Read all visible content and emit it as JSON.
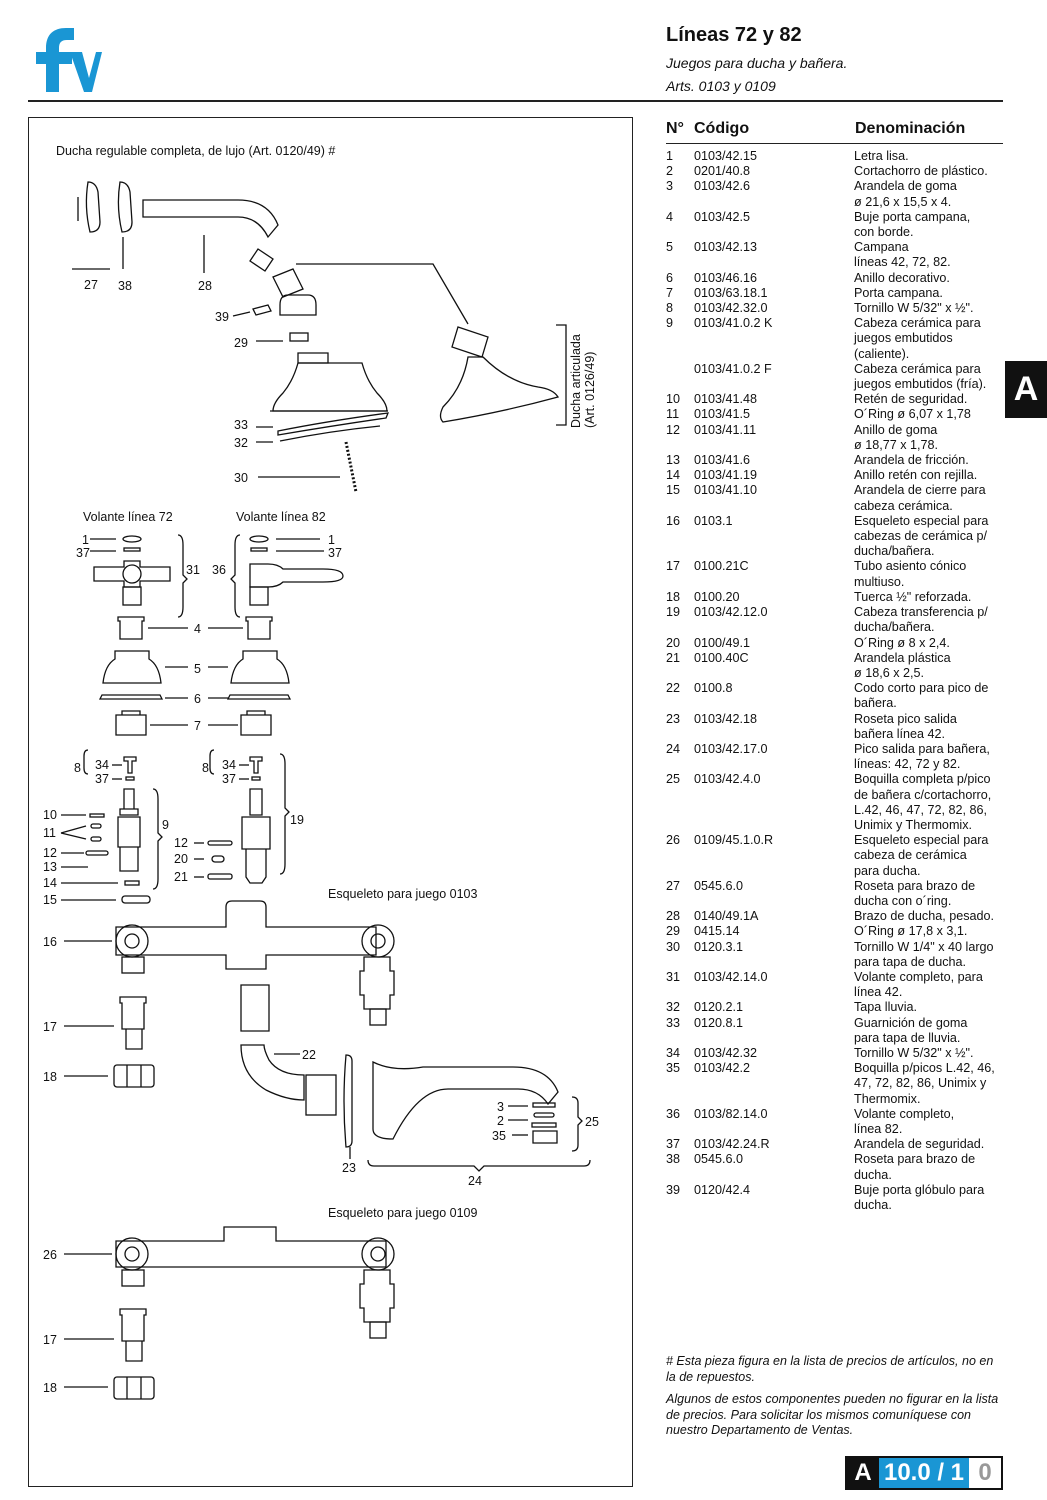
{
  "header": {
    "title": "Líneas 72 y 82",
    "subtitle": "Juegos para ducha y bañera.",
    "articles": "Arts. 0103 y 0109"
  },
  "brand": {
    "logo_text": "fv",
    "color": "#1a96d4"
  },
  "diagram": {
    "title_shower": "Ducha regulable completa, de lujo (Art. 0120/49) #",
    "articulated_label_1": "Ducha articulada",
    "articulated_label_2": "(Art. 0126/49)",
    "handle_72": "Volante línea 72",
    "handle_82": "Volante línea 82",
    "skeleton_0103": "Esqueleto para juego 0103",
    "skeleton_0109": "Esqueleto para juego 0109",
    "callouts": {
      "c27": "27",
      "c38": "38",
      "c28": "28",
      "c39": "39",
      "c29": "29",
      "c33": "33",
      "c32": "32",
      "c30": "30",
      "c1a": "1",
      "c37a": "37",
      "c31": "31",
      "c36": "36",
      "c1b": "1",
      "c37b": "37",
      "c4": "4",
      "c5": "5",
      "c6": "6",
      "c7": "7",
      "c8a": "8",
      "c34a": "34",
      "c37c": "37",
      "c8b": "8",
      "c34b": "34",
      "c37d": "37",
      "c10": "10",
      "c11": "11",
      "c12a": "12",
      "c13": "13",
      "c14": "14",
      "c15": "15",
      "c9": "9",
      "c12b": "12",
      "c20": "20",
      "c21": "21",
      "c19": "19",
      "c16": "16",
      "c17a": "17",
      "c18a": "18",
      "c22": "22",
      "c3": "3",
      "c2": "2",
      "c35": "35",
      "c25": "25",
      "c23": "23",
      "c24": "24",
      "c26": "26",
      "c17b": "17",
      "c18b": "18"
    }
  },
  "table": {
    "col_num": "N°",
    "col_code": "Código",
    "col_name": "Denominación",
    "rows": [
      {
        "n": "1",
        "c": "0103/42.15",
        "d": [
          "Letra lisa."
        ]
      },
      {
        "n": "2",
        "c": "0201/40.8",
        "d": [
          "Cortachorro de plástico."
        ]
      },
      {
        "n": "3",
        "c": "0103/42.6",
        "d": [
          "Arandela de goma",
          "ø 21,6 x 15,5 x 4."
        ]
      },
      {
        "n": "4",
        "c": "0103/42.5",
        "d": [
          "Buje porta campana,",
          "con borde."
        ]
      },
      {
        "n": "5",
        "c": "0103/42.13",
        "d": [
          "Campana",
          "líneas 42, 72, 82."
        ]
      },
      {
        "n": "6",
        "c": "0103/46.16",
        "d": [
          "Anillo decorativo."
        ]
      },
      {
        "n": "7",
        "c": "0103/63.18.1",
        "d": [
          "Porta campana."
        ]
      },
      {
        "n": "8",
        "c": "0103/42.32.0",
        "d": [
          "Tornillo W 5/32\" x ½\"."
        ]
      },
      {
        "n": "9",
        "c": "0103/41.0.2 K",
        "d": [
          "Cabeza cerámica para",
          "juegos embutidos",
          "(caliente)."
        ]
      },
      {
        "n": "",
        "c": "0103/41.0.2 F",
        "d": [
          "Cabeza cerámica para",
          "juegos embutidos (fría)."
        ]
      },
      {
        "n": "10",
        "c": "0103/41.48",
        "d": [
          "Retén de seguridad."
        ]
      },
      {
        "n": "11",
        "c": "0103/41.5",
        "d": [
          "O´Ring ø 6,07 x 1,78"
        ]
      },
      {
        "n": "12",
        "c": "0103/41.11",
        "d": [
          "Anillo de goma",
          "ø 18,77 x 1,78."
        ]
      },
      {
        "n": "13",
        "c": "0103/41.6",
        "d": [
          "Arandela de fricción."
        ]
      },
      {
        "n": "14",
        "c": "0103/41.19",
        "d": [
          "Anillo retén con rejilla."
        ]
      },
      {
        "n": "15",
        "c": "0103/41.10",
        "d": [
          "Arandela de cierre para",
          "cabeza cerámica."
        ]
      },
      {
        "n": "16",
        "c": "0103.1",
        "d": [
          "Esqueleto especial para",
          "cabezas de cerámica p/",
          "ducha/bañera."
        ]
      },
      {
        "n": "17",
        "c": "0100.21C",
        "d": [
          "Tubo asiento cónico",
          "multiuso."
        ]
      },
      {
        "n": "18",
        "c": "0100.20",
        "d": [
          "Tuerca ½\" reforzada."
        ]
      },
      {
        "n": "19",
        "c": "0103/42.12.0",
        "d": [
          "Cabeza transferencia p/",
          "ducha/bañera."
        ]
      },
      {
        "n": "20",
        "c": "0100/49.1",
        "d": [
          "O´Ring ø 8 x 2,4."
        ]
      },
      {
        "n": "21",
        "c": "0100.40C",
        "d": [
          "Arandela plástica",
          "ø 18,6 x 2,5."
        ]
      },
      {
        "n": "22",
        "c": "0100.8",
        "d": [
          "Codo corto para pico de",
          "bañera."
        ]
      },
      {
        "n": "23",
        "c": "0103/42.18",
        "d": [
          "Roseta pico salida",
          "bañera línea 42."
        ]
      },
      {
        "n": "24",
        "c": "0103/42.17.0",
        "d": [
          "Pico salida para bañera,",
          "líneas: 42, 72 y 82."
        ]
      },
      {
        "n": "25",
        "c": "0103/42.4.0",
        "d": [
          "Boquilla completa p/pico",
          "de bañera c/cortachorro,",
          "L.42, 46, 47, 72, 82, 86,",
          "Unimix y Thermomix."
        ]
      },
      {
        "n": "26",
        "c": "0109/45.1.0.R",
        "d": [
          "Esqueleto especial para",
          "cabeza de cerámica",
          "para ducha."
        ]
      },
      {
        "n": "27",
        "c": "0545.6.0",
        "d": [
          "Roseta para brazo de",
          "ducha con o´ring."
        ]
      },
      {
        "n": "28",
        "c": "0140/49.1A",
        "d": [
          "Brazo de ducha, pesado."
        ]
      },
      {
        "n": "29",
        "c": "0415.14",
        "d": [
          "O´Ring ø 17,8 x 3,1."
        ]
      },
      {
        "n": "30",
        "c": "0120.3.1",
        "d": [
          "Tornillo W 1/4\" x 40 largo",
          "para tapa de ducha."
        ]
      },
      {
        "n": "31",
        "c": "0103/42.14.0",
        "d": [
          "Volante completo, para",
          "línea 42."
        ]
      },
      {
        "n": "32",
        "c": "0120.2.1",
        "d": [
          "Tapa lluvia."
        ]
      },
      {
        "n": "33",
        "c": "0120.8.1",
        "d": [
          "Guarnición de goma",
          "para tapa de lluvia."
        ]
      },
      {
        "n": "34",
        "c": "0103/42.32",
        "d": [
          "Tornillo W 5/32\" x ½\"."
        ]
      },
      {
        "n": "35",
        "c": "0103/42.2",
        "d": [
          "Boquilla p/picos L.42, 46,",
          "47, 72, 82, 86, Unimix y",
          "Thermomix."
        ]
      },
      {
        "n": "36",
        "c": "0103/82.14.0",
        "d": [
          "Volante completo,",
          "línea 82."
        ]
      },
      {
        "n": "37",
        "c": "0103/42.24.R",
        "d": [
          "Arandela de seguridad."
        ]
      },
      {
        "n": "38",
        "c": "0545.6.0",
        "d": [
          "Roseta para brazo de",
          "ducha."
        ]
      },
      {
        "n": "39",
        "c": "0120/42.4",
        "d": [
          "Buje porta glóbulo para",
          "ducha."
        ]
      }
    ]
  },
  "side_tab": "A",
  "footnotes": {
    "note1": "# Esta pieza figura en la lista de precios de artículos, no en la de repuestos.",
    "note2": "Algunos de estos componentes pueden no figurar en la lista de precios. Para solicitar los mismos comuníquese con nuestro Departamento de Ventas."
  },
  "page_badge": {
    "section": "A",
    "page": "10.0 / 1",
    "revision": "0"
  }
}
